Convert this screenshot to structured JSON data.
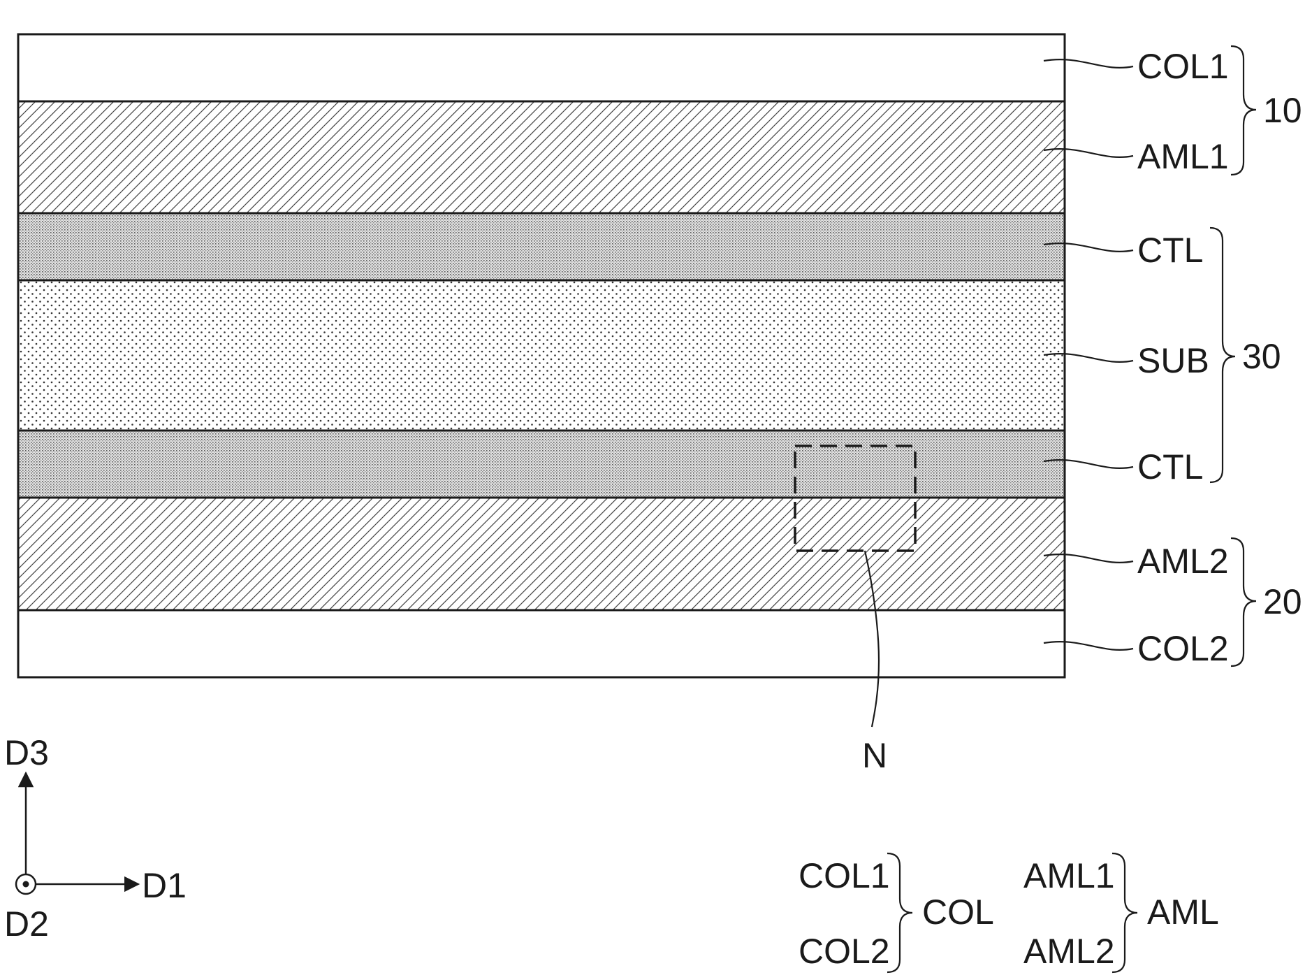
{
  "colors": {
    "ink": "#1a1a1a",
    "paper": "#ffffff",
    "ctl_fill": "#d4d4d4",
    "sub_fill": "#f4f4f4"
  },
  "layers": [
    {
      "id": "col1",
      "label": "COL1",
      "pattern": "none"
    },
    {
      "id": "aml1",
      "label": "AML1",
      "pattern": "hatch"
    },
    {
      "id": "ctl_top",
      "label": "CTL",
      "pattern": "dense-dots"
    },
    {
      "id": "sub",
      "label": "SUB",
      "pattern": "sparse-dots"
    },
    {
      "id": "ctl_bottom",
      "label": "CTL",
      "pattern": "dense-dots"
    },
    {
      "id": "aml2",
      "label": "AML2",
      "pattern": "hatch"
    },
    {
      "id": "col2",
      "label": "COL2",
      "pattern": "none"
    }
  ],
  "groups": {
    "upper": "10",
    "middle": "30",
    "lower": "20"
  },
  "detail_region": {
    "label": "N",
    "style": "dashed-box"
  },
  "axes": {
    "d3": "D3",
    "d1": "D1",
    "d2": "D2",
    "d2_symbol": "out-of-page-dot"
  },
  "legend": {
    "col": {
      "items": [
        "COL1",
        "COL2"
      ],
      "group": "COL"
    },
    "aml": {
      "items": [
        "AML1",
        "AML2"
      ],
      "group": "AML"
    }
  }
}
